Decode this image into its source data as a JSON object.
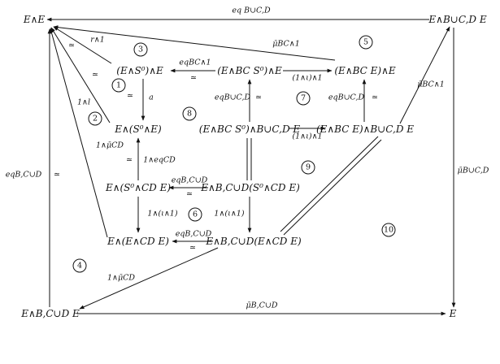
{
  "nodes": {
    "top_left": "E∧E",
    "top_right": "E∧B∪C,D E",
    "s0e": "(E∧S⁰)∧E",
    "bcs0e": "(E∧BC S⁰)∧E",
    "bce": "(E∧BC E)∧E",
    "e_s0e": "E∧(S⁰∧E)",
    "bcs0_bcd": "(E∧BC S⁰)∧B∪C,D E",
    "bce_bcd": "(E∧BC E)∧B∪C,D E",
    "e_s0cde": "E∧(S⁰∧CD E)",
    "e_bcd_s0cde": "E∧B,C∪D(S⁰∧CD E)",
    "e_ecde": "E∧(E∧CD E)",
    "e_bcd_ecde": "E∧B,C∪D(E∧CD E)",
    "bottom_left": "E∧B,C∪D E",
    "bottom_right": "E"
  },
  "labels": {
    "top_edge": "eq B∪C,D",
    "r_wedge_1": "r∧1",
    "mu_bc_wedge_1": "μ̄BC∧1",
    "simeq": "≃",
    "eq_bc_wedge_1": "eqBC∧1",
    "a": "a",
    "one_wedge_l": "1∧l",
    "one_wedge_iota_1": "(1∧ι)∧1",
    "eq_bucd": "eqB∪C,D",
    "one_wedge_mu_cd": "1∧μ̄CD",
    "one_wedge_eq_cd": "1∧eqCD",
    "eq_bcud": "eqB,C∪D",
    "one_wedge_iota_1_paren": "1∧(ι∧1)",
    "left_edge": "eqB,C∪D",
    "right_edge": "μ̄B∪C,D",
    "bottom_edge": "μ̄B,C∪D",
    "diag_mu": "μ̄BC∧1"
  },
  "circled_numbers": [
    "1",
    "2",
    "3",
    "4",
    "5",
    "6",
    "7",
    "8",
    "9",
    "10"
  ]
}
